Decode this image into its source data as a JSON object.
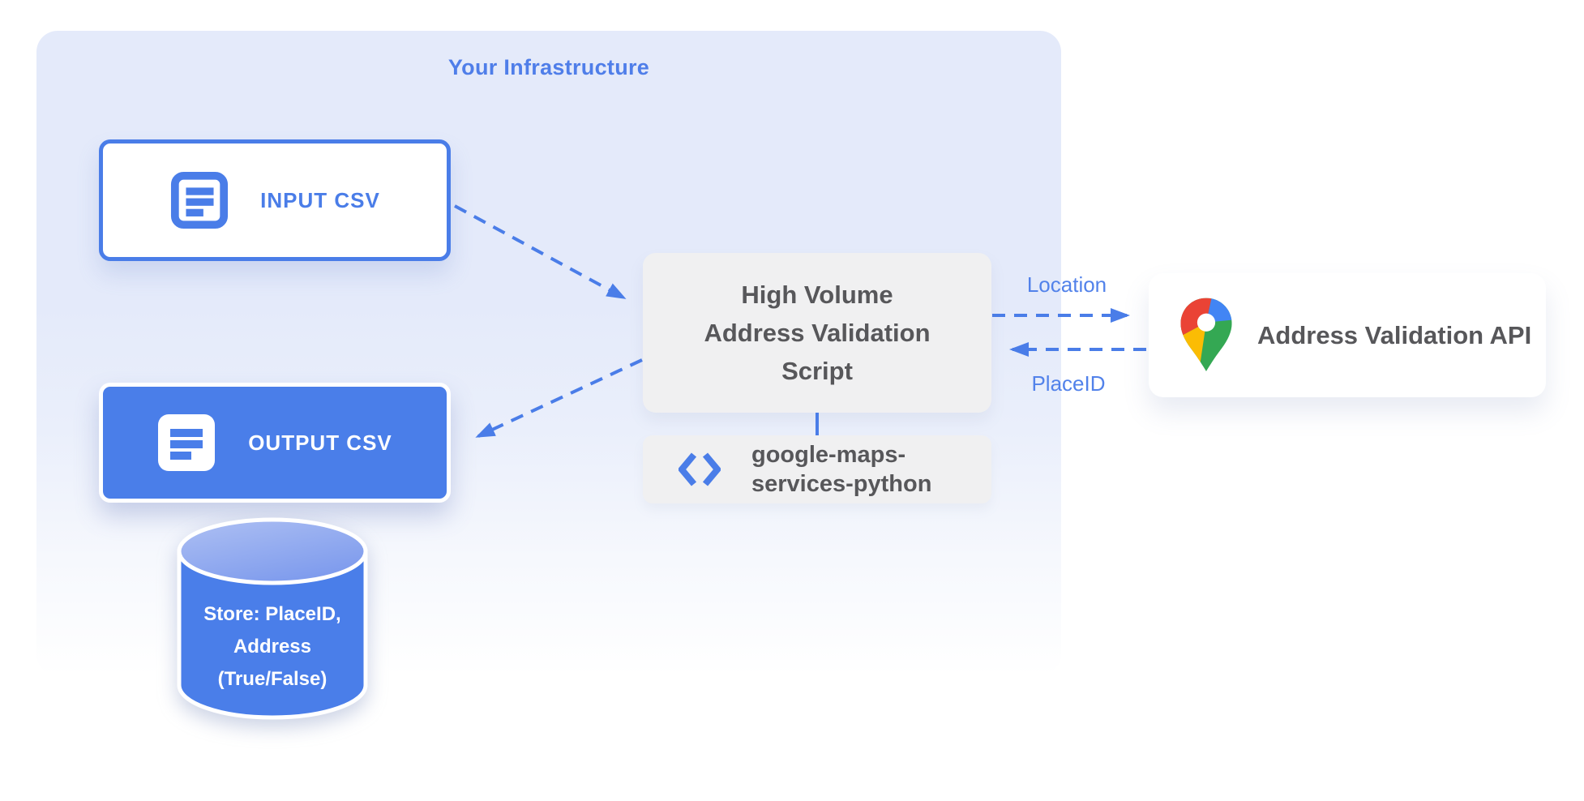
{
  "panel": {
    "title": "Your Infrastructure"
  },
  "nodes": {
    "input_csv": {
      "label": "INPUT CSV",
      "icon": "document-icon"
    },
    "output_csv": {
      "label": "OUTPUT CSV",
      "icon": "document-icon"
    },
    "datastore": {
      "line1": "Store: PlaceID,",
      "line2": "Address",
      "line3": "(True/False)",
      "icon": "database-cylinder"
    },
    "script": {
      "line1": "High Volume",
      "line2": "Address Validation",
      "line3": "Script"
    },
    "library": {
      "line1": "google-maps-",
      "line2": "services-python",
      "icon": "code-icon"
    },
    "api": {
      "label": "Address Validation API",
      "icon": "google-maps-pin-icon"
    }
  },
  "flows": {
    "location_label": "Location",
    "placeid_label": "PlaceID"
  },
  "colors": {
    "accent_blue": "#4a7de8",
    "box_blue": "#4a7ee9",
    "panel_lavender": "#e4eafa",
    "box_gray": "#f0f0f1",
    "text_gray": "#57575a",
    "cylinder_top_light": "#a9bdf2",
    "cylinder_top_dark": "#7e9bed",
    "pin_red": "#ea4335",
    "pin_blue": "#4285f4",
    "pin_yellow": "#fbbc04",
    "pin_green": "#34a853"
  }
}
